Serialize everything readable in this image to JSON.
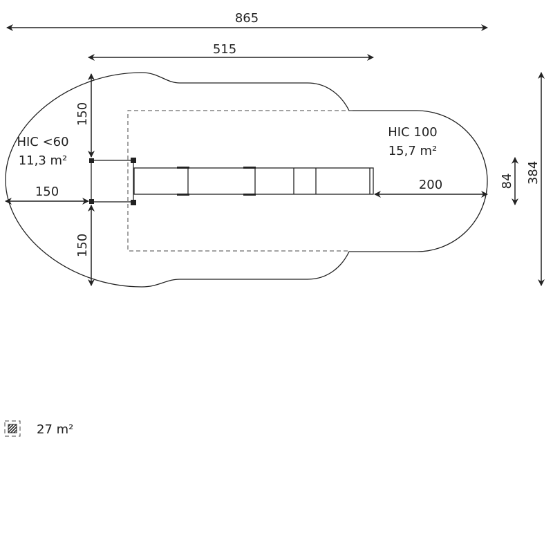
{
  "dimensions": {
    "total_length": "865",
    "equipment_length": "515",
    "total_width": "384",
    "equipment_width": "84",
    "left_clearance": "150",
    "top_clearance": "150",
    "bottom_clearance": "150",
    "exit_clearance": "200"
  },
  "zones": {
    "hic_low_label": "HIC <60",
    "hic_low_area": "11,3 m²",
    "hic_high_label": "HIC 100",
    "hic_high_area": "15,7 m²"
  },
  "legend": {
    "icon": "hatched-area-icon",
    "total_area": "27 m²"
  }
}
